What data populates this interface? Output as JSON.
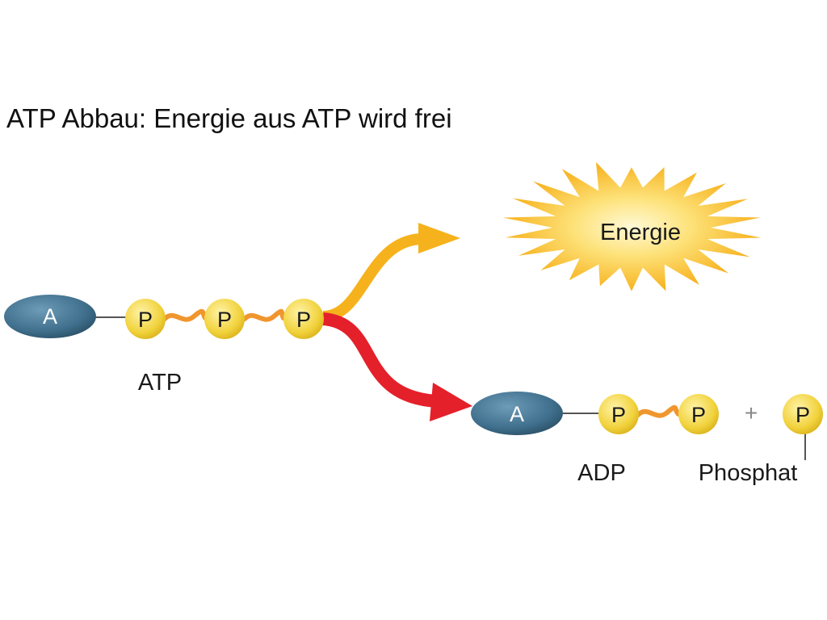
{
  "slide": {
    "title": "ATP Abbau: Energie aus ATP wird frei"
  },
  "diagram": {
    "energy_label": "Energie",
    "atp": {
      "adenosine": "A",
      "phosphates": [
        "P",
        "P",
        "P"
      ],
      "label": "ATP"
    },
    "adp": {
      "adenosine": "A",
      "phosphates": [
        "P",
        "P"
      ],
      "label": "ADP"
    },
    "plus_sign": "+",
    "free_phosphate": {
      "symbol": "P",
      "label": "Phosphat"
    }
  },
  "colors": {
    "adenosine": "#3f6f8c",
    "phosphate": "#f1d23c",
    "bond": "#f0962e",
    "energy_arrow": "#f6b21c",
    "split_arrow": "#e4202a",
    "starburst": "#fbbf24"
  }
}
